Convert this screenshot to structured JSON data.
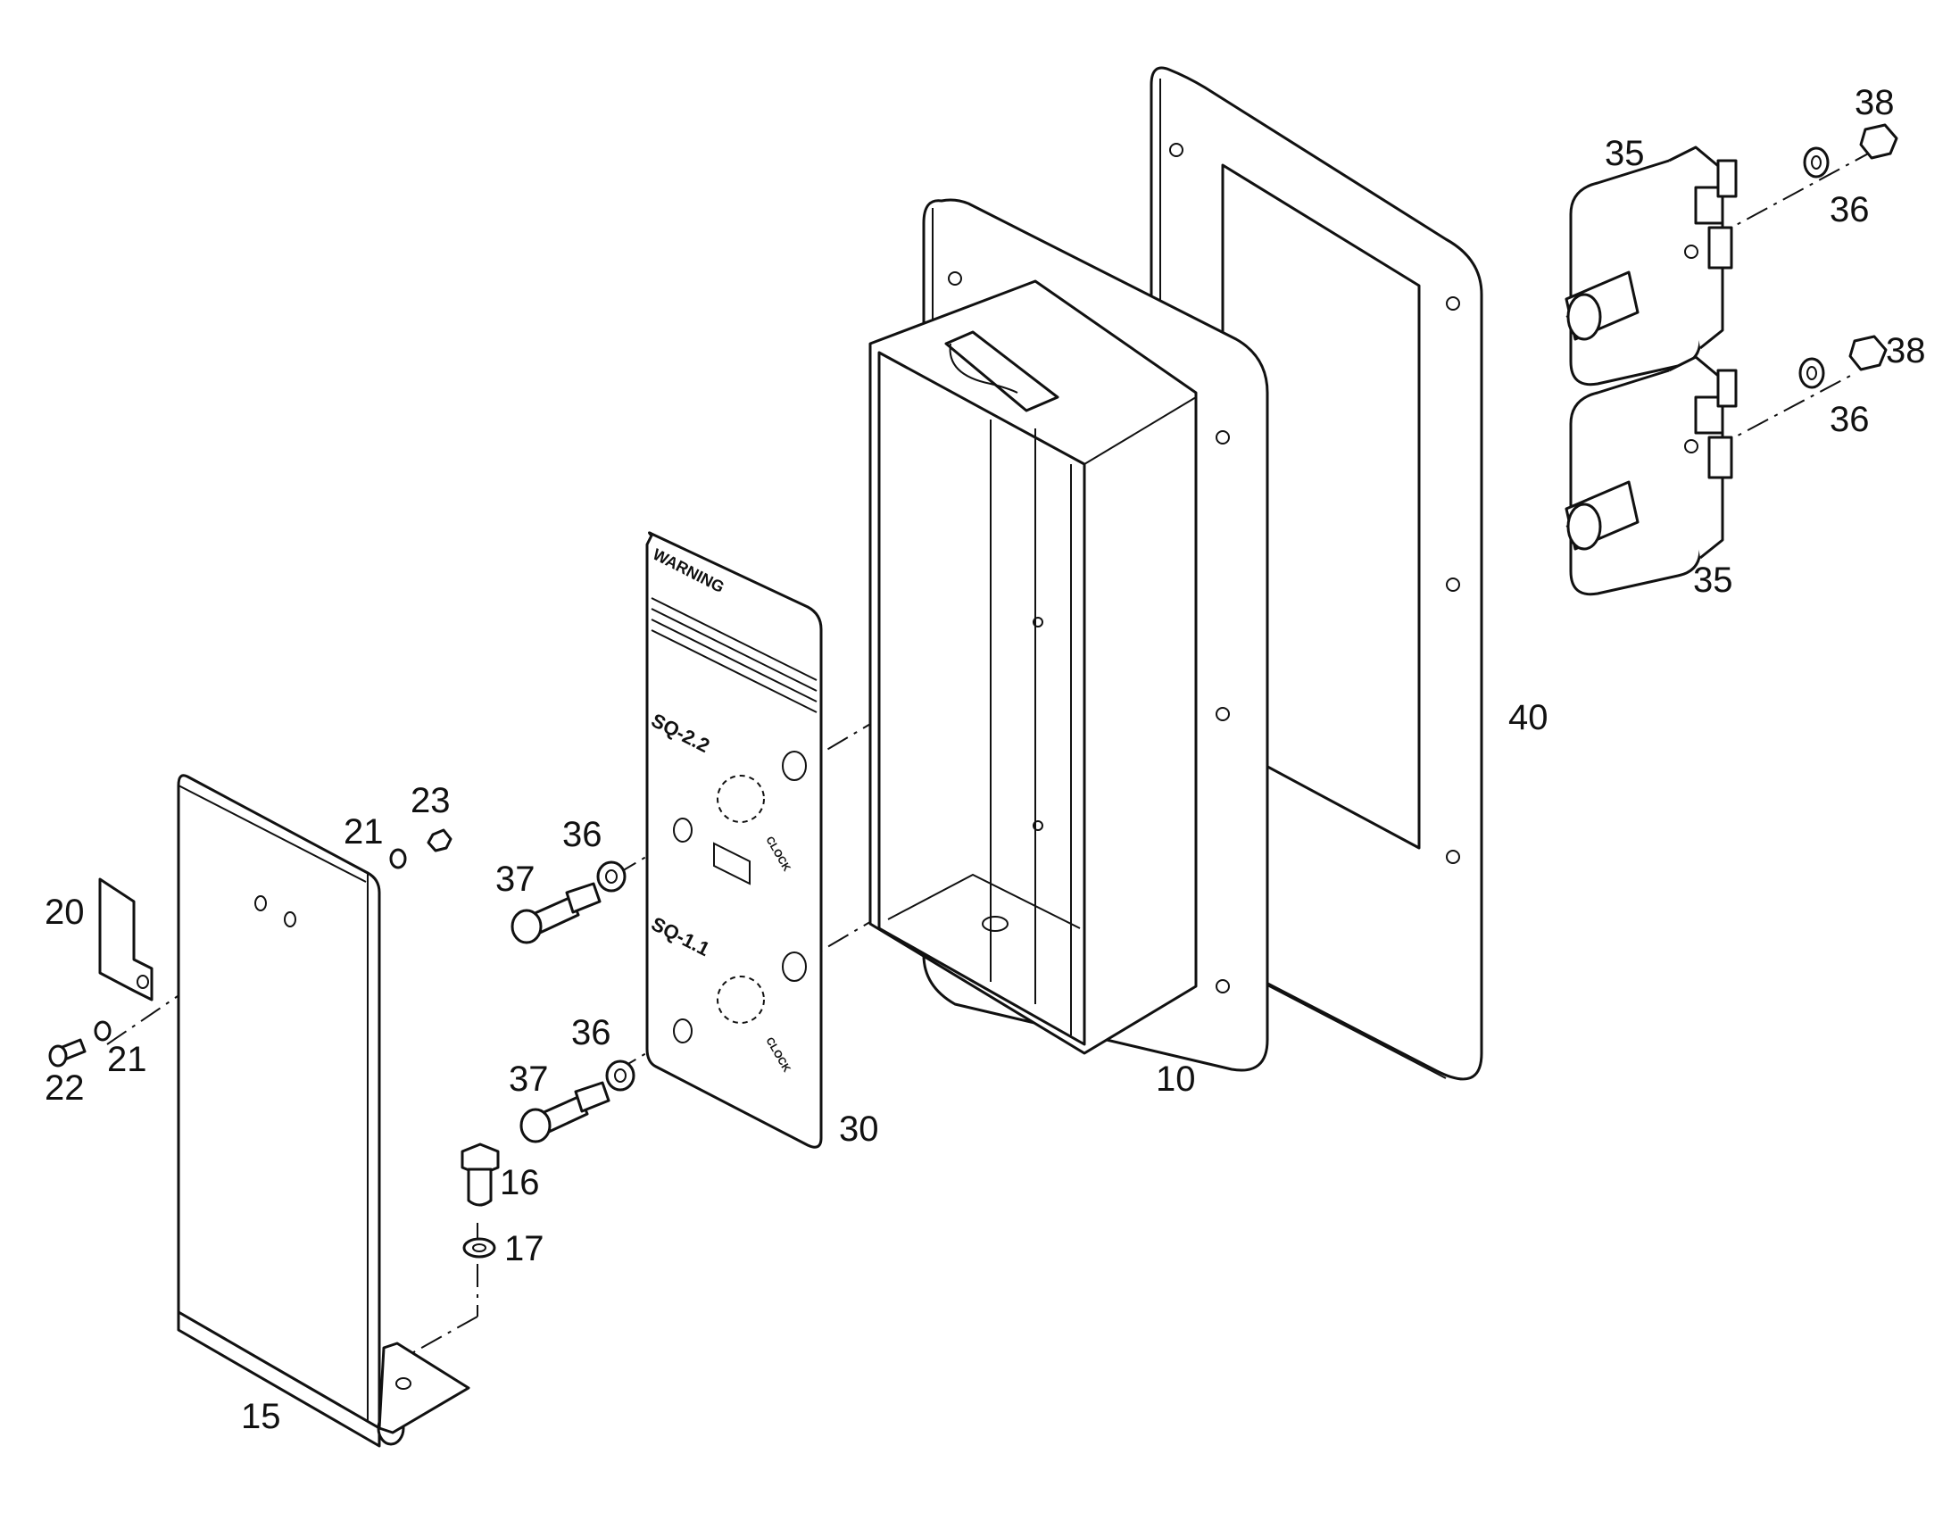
{
  "plate": {
    "heading": "WARNING",
    "label_upper": "SQ-2.2",
    "label_lower": "SQ-1.1",
    "clock": "CLOCK"
  },
  "callouts": [
    {
      "id": "c10",
      "text": "10"
    },
    {
      "id": "c15",
      "text": "15"
    },
    {
      "id": "c16",
      "text": "16"
    },
    {
      "id": "c17",
      "text": "17"
    },
    {
      "id": "c20",
      "text": "20"
    },
    {
      "id": "c21a",
      "text": "21"
    },
    {
      "id": "c21b",
      "text": "21"
    },
    {
      "id": "c22",
      "text": "22"
    },
    {
      "id": "c23",
      "text": "23"
    },
    {
      "id": "c30",
      "text": "30"
    },
    {
      "id": "c35a",
      "text": "35"
    },
    {
      "id": "c35b",
      "text": "35"
    },
    {
      "id": "c36a",
      "text": "36"
    },
    {
      "id": "c36b",
      "text": "36"
    },
    {
      "id": "c36c",
      "text": "36"
    },
    {
      "id": "c36d",
      "text": "36"
    },
    {
      "id": "c37a",
      "text": "37"
    },
    {
      "id": "c37b",
      "text": "37"
    },
    {
      "id": "c38a",
      "text": "38"
    },
    {
      "id": "c38b",
      "text": "38"
    },
    {
      "id": "c40",
      "text": "40"
    }
  ]
}
